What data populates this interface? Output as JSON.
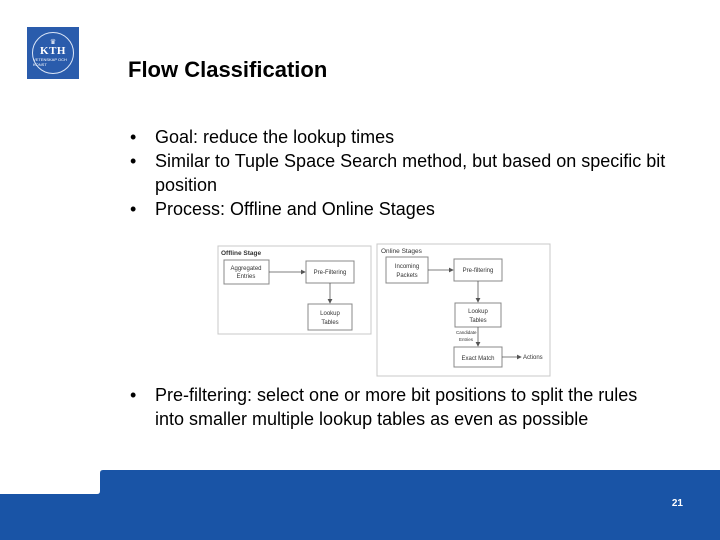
{
  "logo": {
    "text": "KTH",
    "subtext": "VETENSKAP OCH KONST"
  },
  "slide": {
    "title": "Flow Classification",
    "bullets_top": [
      "Goal: reduce the lookup times",
      "Similar to Tuple Space Search method, but based on specific bit position",
      "Process: Offline and Online Stages"
    ],
    "bullets_bottom": [
      "Pre-filtering: select one or more bit positions to split the rules into smaller multiple lookup tables as even as possible"
    ],
    "bullet_char": "•",
    "page_number": "21"
  },
  "diagram": {
    "offline": {
      "stage_label": "Offline Stage",
      "aggregated": [
        "Aggregated",
        "Entries"
      ],
      "prefilter": "Pre-Filtering",
      "lookup": [
        "Lookup",
        "Tables"
      ]
    },
    "online": {
      "stage_label": "Online Stages",
      "incoming": [
        "Incoming",
        "Packets"
      ],
      "prefilter": "Pre-filtering",
      "lookup": [
        "Lookup",
        "Tables"
      ],
      "candidate": [
        "Candidate",
        "Entries"
      ],
      "exact": "Exact Match",
      "actions": "Actions"
    }
  },
  "colors": {
    "brand": "#2a5cac",
    "footer": "#1954a6",
    "diagram_border": "#c8c8c8",
    "diagram_text": "#333333"
  }
}
